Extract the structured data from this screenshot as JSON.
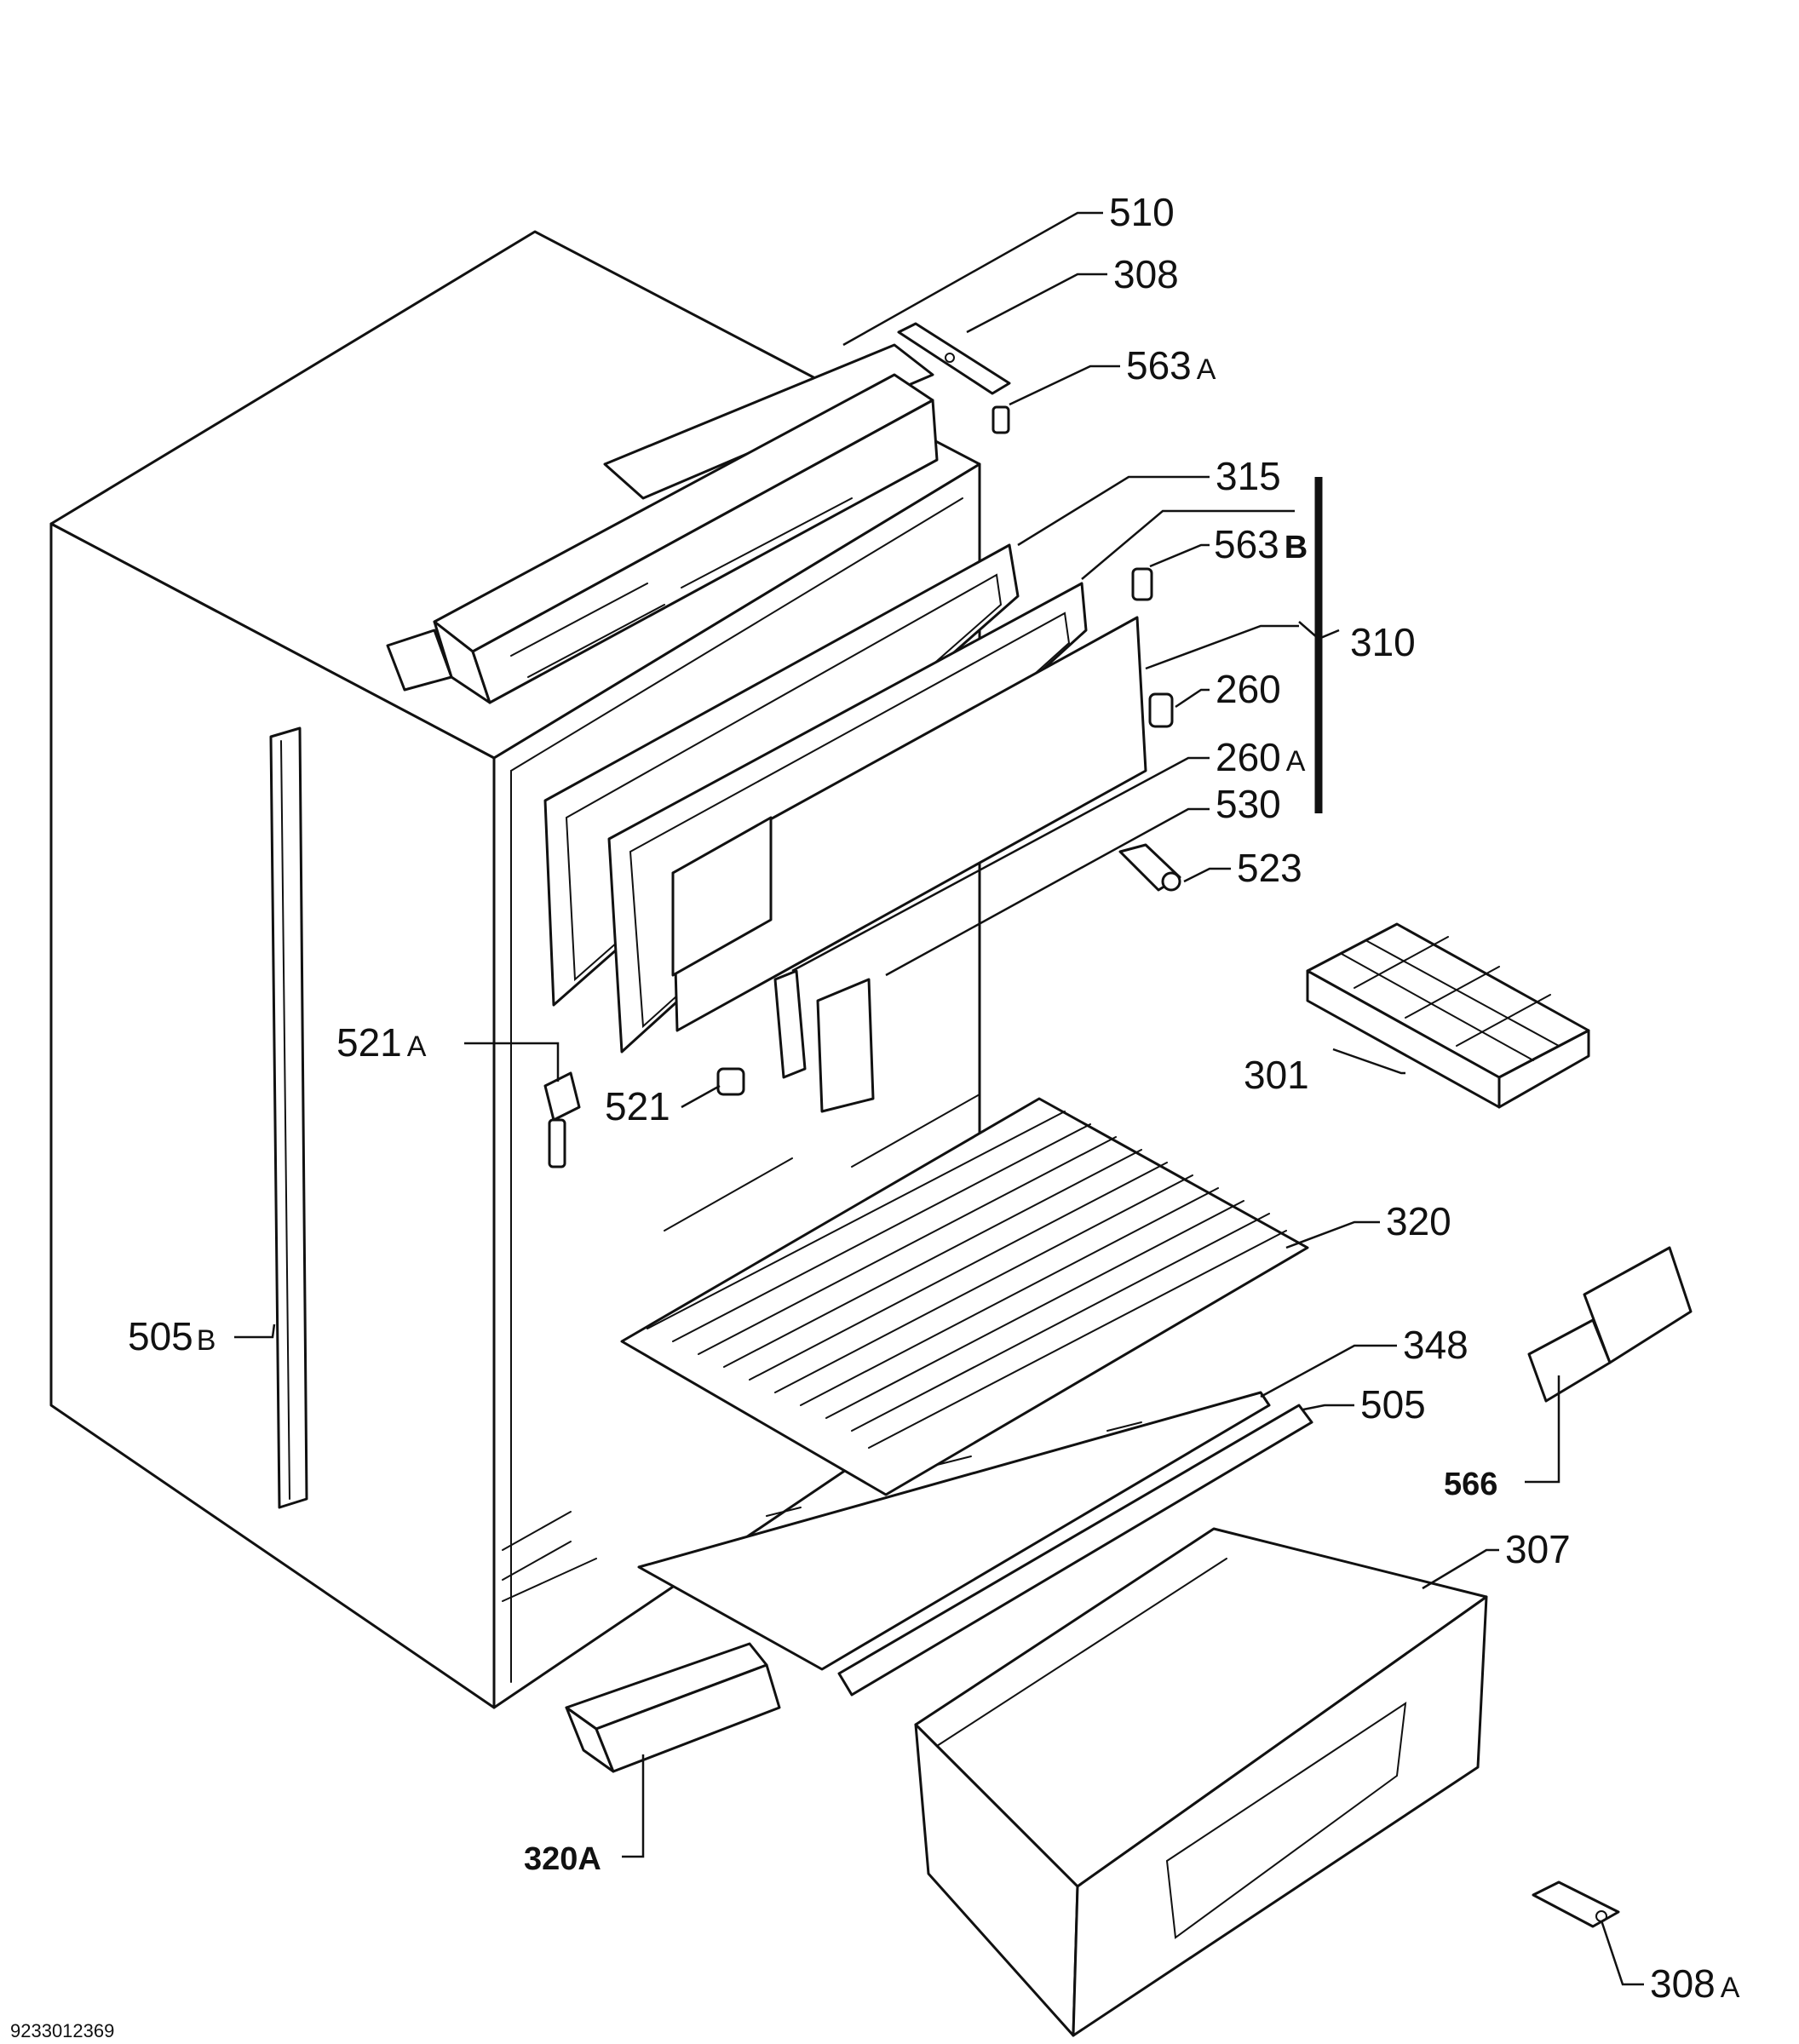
{
  "document_number": "9233012369",
  "labels": {
    "l510": "510",
    "l308": "308",
    "l563a": "563",
    "l563a_suffix": "A",
    "l315": "315",
    "l563b": "563",
    "l563b_suffix": "B",
    "l310": "310",
    "l260": "260",
    "l260a": "260",
    "l260a_suffix": "A",
    "l530": "530",
    "l523": "523",
    "l301": "301",
    "l521a": "521",
    "l521a_suffix": "A",
    "l521": "521",
    "l320": "320",
    "l505b": "505",
    "l505b_suffix": "B",
    "l348": "348",
    "l505": "505",
    "l566": "566",
    "l307": "307",
    "l320a": "320A",
    "l308a": "308",
    "l308a_suffix": "A"
  }
}
